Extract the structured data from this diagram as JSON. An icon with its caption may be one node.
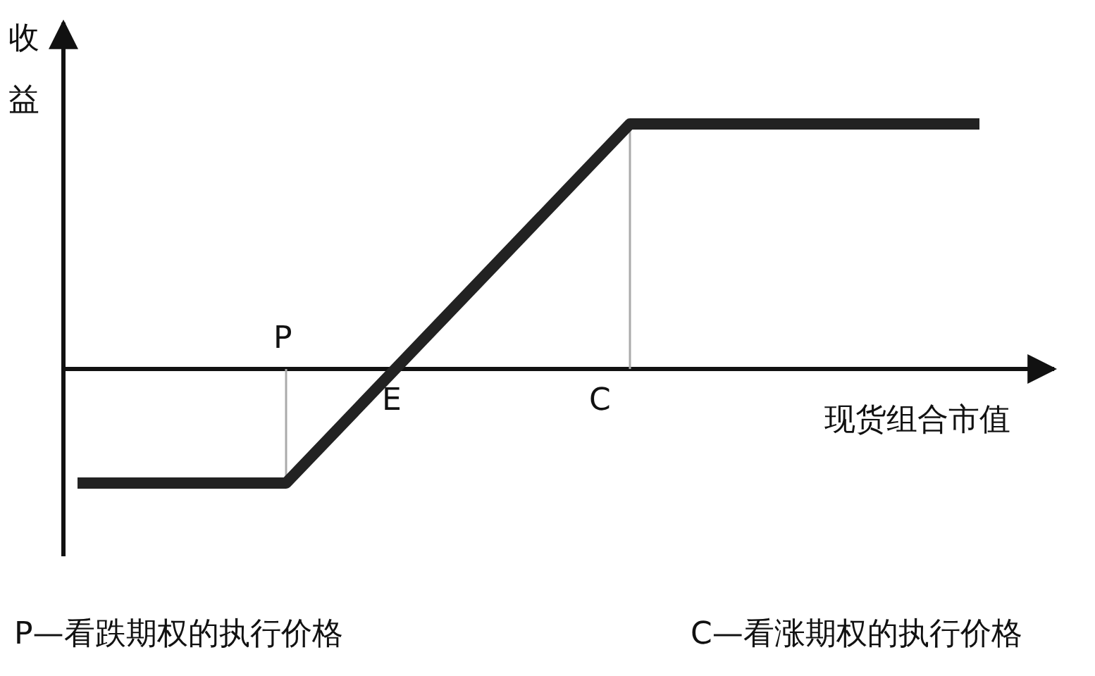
{
  "diagram": {
    "labels": [
      "收益",
      "P",
      "E",
      "C",
      "现货组合市值",
      "P—看跌期权的执行价格",
      "C—看涨期权的执行价格"
    ]
  }
}
